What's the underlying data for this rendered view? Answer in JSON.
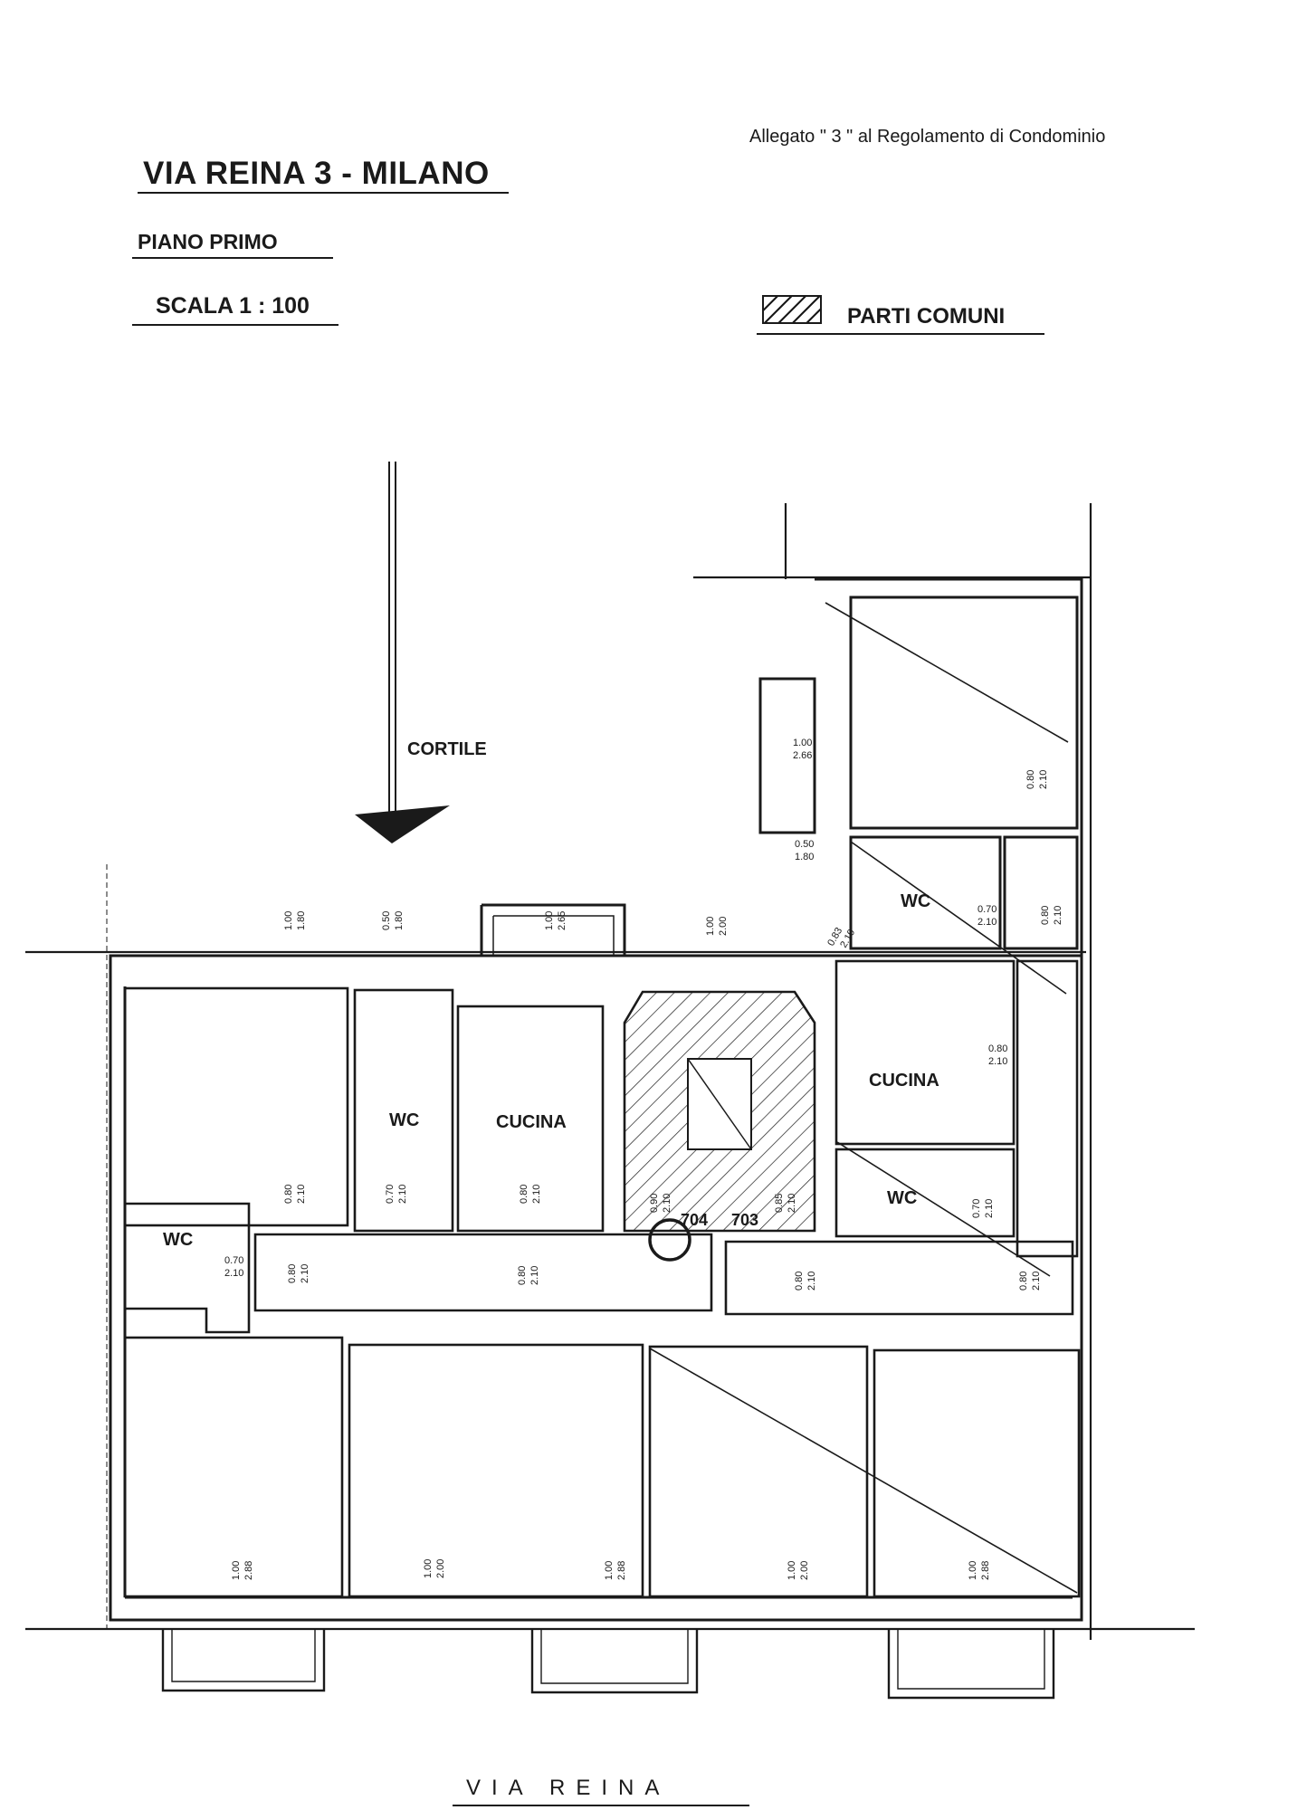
{
  "header": {
    "title": "VIA REINA 3 - MILANO",
    "floor": "PIANO PRIMO",
    "scale": "SCALA 1 : 100",
    "annex": "Allegato \" 3 \" al Regolamento di Condominio"
  },
  "legend": {
    "label": "PARTI COMUNI"
  },
  "labels": {
    "cortile": "CORTILE",
    "street": "VIA REINA",
    "unit_left": "704",
    "unit_right": "703"
  },
  "rooms": {
    "wc_center": "WC",
    "cucina_center": "CUCINA",
    "wc_left": "WC",
    "cucina_right": "CUCINA",
    "wc_right_top": "WC",
    "wc_right_bottom": "WC"
  },
  "dimensions": [
    {
      "top": "1.00",
      "bottom": "2.66"
    },
    {
      "top": "0.80",
      "bottom": "2.10"
    },
    {
      "top": "0.50",
      "bottom": "1.80"
    },
    {
      "top": "0.70",
      "bottom": "2.10"
    },
    {
      "top": "0.80",
      "bottom": "2.10"
    },
    {
      "top": "0.83",
      "bottom": "2.10"
    },
    {
      "top": "1.00",
      "bottom": "1.80"
    },
    {
      "top": "0.50",
      "bottom": "1.80"
    },
    {
      "top": "1.00",
      "bottom": "2.65"
    },
    {
      "top": "1.00",
      "bottom": "2.00"
    },
    {
      "top": "0.80",
      "bottom": "2.10"
    },
    {
      "top": "0.80",
      "bottom": "2.10"
    },
    {
      "top": "0.70",
      "bottom": "2.10"
    },
    {
      "top": "0.80",
      "bottom": "2.10"
    },
    {
      "top": "0.90",
      "bottom": "2.10"
    },
    {
      "top": "0.85",
      "bottom": "2.10"
    },
    {
      "top": "0.70",
      "bottom": "2.10"
    },
    {
      "top": "0.70",
      "bottom": "2.10"
    },
    {
      "top": "0.80",
      "bottom": "2.10"
    },
    {
      "top": "0.80",
      "bottom": "2.10"
    },
    {
      "top": "0.80",
      "bottom": "2.10"
    },
    {
      "top": "0.80",
      "bottom": "2.10"
    },
    {
      "top": "1.00",
      "bottom": "2.88"
    },
    {
      "top": "1.00",
      "bottom": "2.00"
    },
    {
      "top": "1.00",
      "bottom": "2.88"
    },
    {
      "top": "1.00",
      "bottom": "2.00"
    },
    {
      "top": "1.00",
      "bottom": "2.88"
    }
  ]
}
